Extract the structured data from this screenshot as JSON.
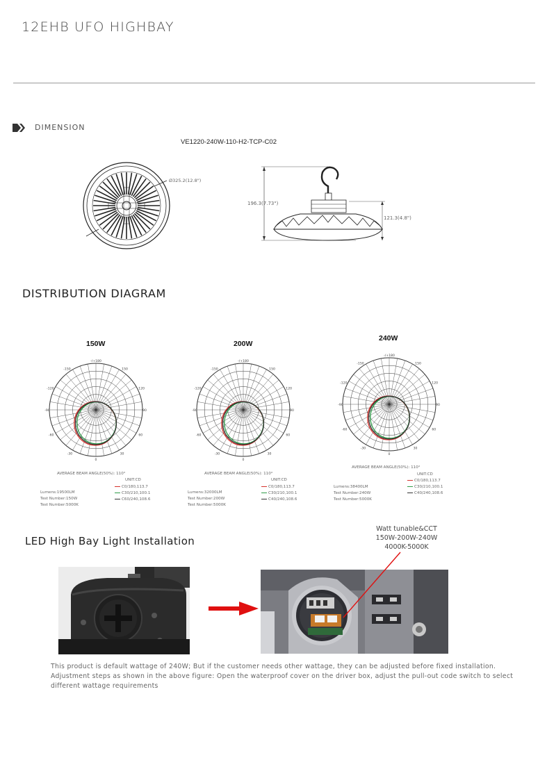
{
  "page_title": "12EHB UFO HIGHBAY",
  "dimension_section": {
    "label": "DIMENSION",
    "model": "VE1220-240W-110-H2-TCP-C02",
    "diameter": "Ø325.2(12.8\")",
    "height_total": "196.3(7.73\")",
    "height_body": "121.3(4.8\")"
  },
  "distribution": {
    "title": "DISTRIBUTION DIAGRAM",
    "polar_labels": {
      "top": "-/+180",
      "upper_left": "-150",
      "upper_right": "150",
      "mid_left": "-120",
      "mid_right": "120",
      "left": "-90",
      "right": "90",
      "lower_left": "-60",
      "lower_right": "60",
      "bottom_left": "-30",
      "bottom_right": "30",
      "bottom": "0"
    },
    "diagrams": [
      {
        "watt": "150W",
        "beam_angle": "AVERAGE BEAM ANGLE(50%): 110°",
        "unit": "UNIT:CD",
        "lumens": "Lumens:19500LM",
        "test_number": "Test Number:150W",
        "test_number2": "Test Number:5000K",
        "c0": "C0/180,113.7",
        "c30": "C30/210,100.1",
        "c60": "C60/240,108.6"
      },
      {
        "watt": "200W",
        "beam_angle": "AVERAGE BEAM ANGLE(50%): 110°",
        "unit": "UNIT:CD",
        "lumens": "Lumens:32000LM",
        "test_number": "Test Number:200W",
        "test_number2": "Test Number:5000K",
        "c0": "C0/180,113.7",
        "c30": "C30/210,100.1",
        "c60": "C40/240,108.6"
      },
      {
        "watt": "240W",
        "beam_angle": "AVERAGE BEAM ANGLE(50%): 110°",
        "unit": "UNIT:CD",
        "lumens": "Lumens:38400LM",
        "test_number": "Test Number:240W",
        "test_number2": "Test Number:5000K",
        "c0": "C0/180,113.7",
        "c30": "C30/210,100.1",
        "c60": "C40/240,108.6"
      }
    ],
    "colors": {
      "c0": "#d6322c",
      "c30": "#2e9c48",
      "c60": "#333333"
    }
  },
  "installation": {
    "title": "LED High Bay Light Installation",
    "watt_note_line1": "Watt tunable&CCT",
    "watt_note_line2": "150W-200W-240W",
    "watt_note_line3": "4000K-5000K",
    "arrow_color": "#e01010",
    "note_line1": "This product is default wattage of 240W; But if the customer needs other wattage, they can be adjusted before fixed installation.",
    "note_line2": "Adjustment steps as shown in the above figure: Open the waterproof cover on the driver box, adjust the pull-out code switch to select",
    "note_line3": "different wattage requirements"
  }
}
